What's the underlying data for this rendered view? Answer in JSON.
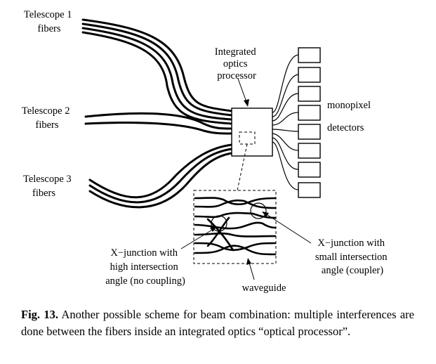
{
  "labels": {
    "tel1": [
      "Telescope 1",
      "fibers"
    ],
    "tel2": [
      "Telescope 2",
      "fibers"
    ],
    "tel3": [
      "Telescope 3",
      "fibers"
    ],
    "processor": [
      "Integrated",
      "optics",
      "processor"
    ],
    "monopixel": "monopixel",
    "detectors": "detectors",
    "xjunction_high": [
      "X−junction with",
      "high intersection",
      "angle (no coupling)"
    ],
    "xjunction_small": [
      "X−junction with",
      "small intersection",
      "angle (coupler)"
    ],
    "waveguide": "waveguide"
  },
  "caption": {
    "label": "Fig. 13.",
    "text": "Another possible scheme for beam combination: multiple interferences are done between the fibers inside an integrated optics “optical processor”."
  }
}
